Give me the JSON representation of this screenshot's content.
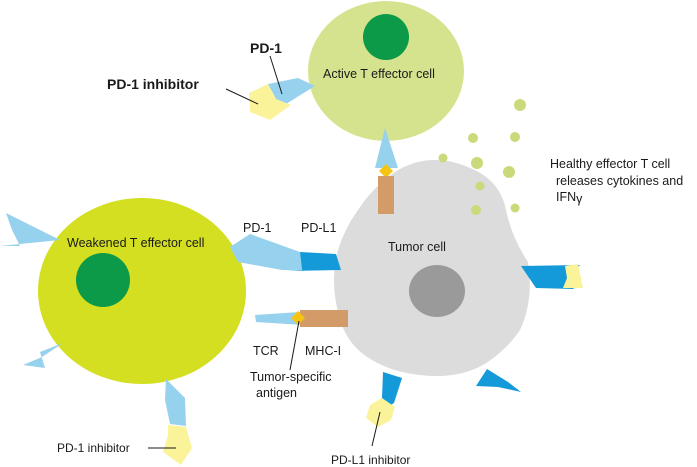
{
  "labels": {
    "active_cell": "Active T effector cell",
    "weakened_cell": "Weakened T effector cell",
    "tumor_cell": "Tumor cell",
    "pd1_top": "PD-1",
    "pd1_inhibitor_top": "PD-1 inhibitor",
    "cytokines_line1": "Healthy effector T cell",
    "cytokines_line2": "releases cytokines and",
    "cytokines_line3_prefix": "IFN",
    "cytokines_line3_symbol": "γ",
    "pd1_mid": "PD-1",
    "pdl1_mid": "PD-L1",
    "tcr": "TCR",
    "mhc": "MHC-I",
    "antigen_line1": "Tumor-specific",
    "antigen_line2": "antigen",
    "pd1_inhibitor_bottom": "PD-1 inhibitor",
    "pdl1_inhibitor": "PD-L1 inhibitor"
  },
  "colors": {
    "active_cell": "#d6e38e",
    "weakened_cell": "#d4df22",
    "nucleus_green": "#0c9a48",
    "tumor_cell": "#dcdcdc",
    "tumor_nucleus": "#9a9a9a",
    "pd1_receptor": "#96d2ee",
    "pdl1_ligand": "#1499d9",
    "inhibitor": "#fbf39a",
    "mhc": "#d39b68",
    "antigen": "#f6c514",
    "cytokine": "#c9da7a"
  }
}
